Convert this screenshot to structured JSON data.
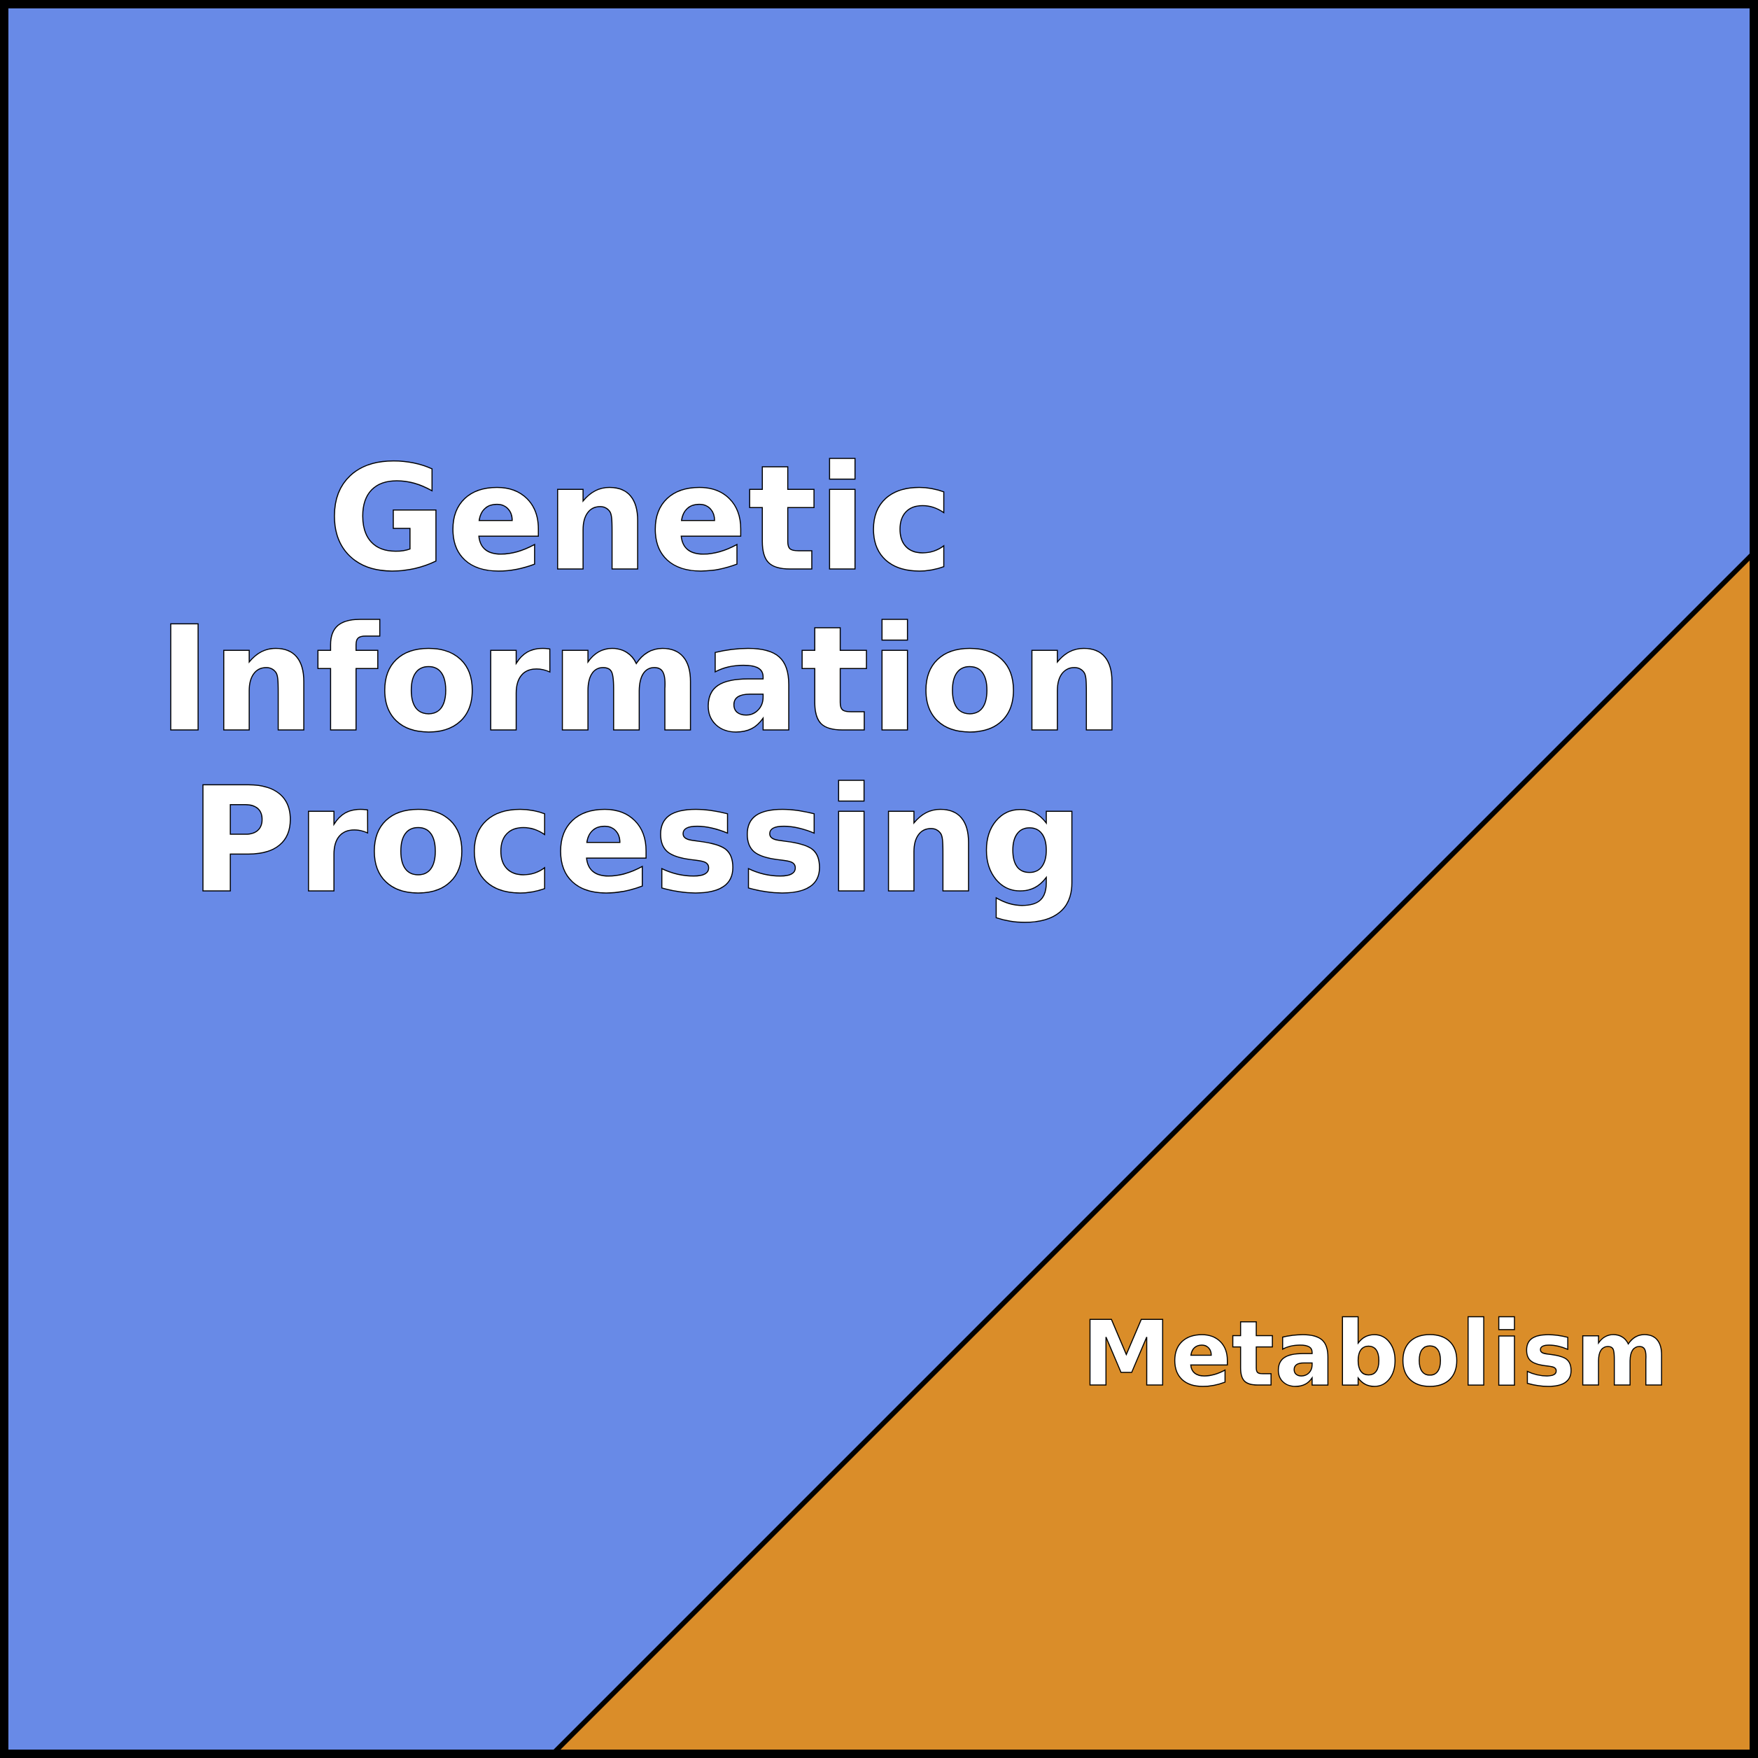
{
  "diagram": {
    "regions": [
      {
        "id": "genetic-information-processing",
        "label_lines": [
          "Genetic",
          "Information",
          "Processing"
        ],
        "color": "#688ae7"
      },
      {
        "id": "metabolism",
        "label_lines": [
          "Metabolism"
        ],
        "color": "#da8d29"
      }
    ],
    "border_color": "#000000"
  }
}
